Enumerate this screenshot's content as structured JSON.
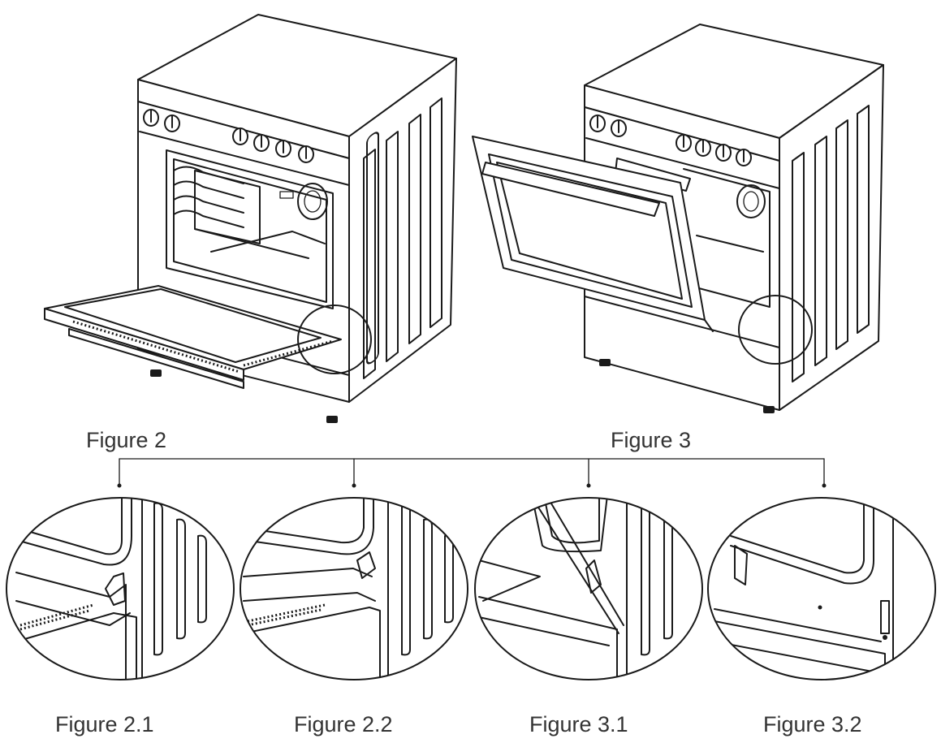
{
  "figures": {
    "figure2": "Figure 2",
    "figure3": "Figure 3",
    "figure2_1": "Figure 2.1",
    "figure2_2": "Figure 2.2",
    "figure3_1": "Figure 3.1",
    "figure3_2": "Figure 3.2"
  }
}
